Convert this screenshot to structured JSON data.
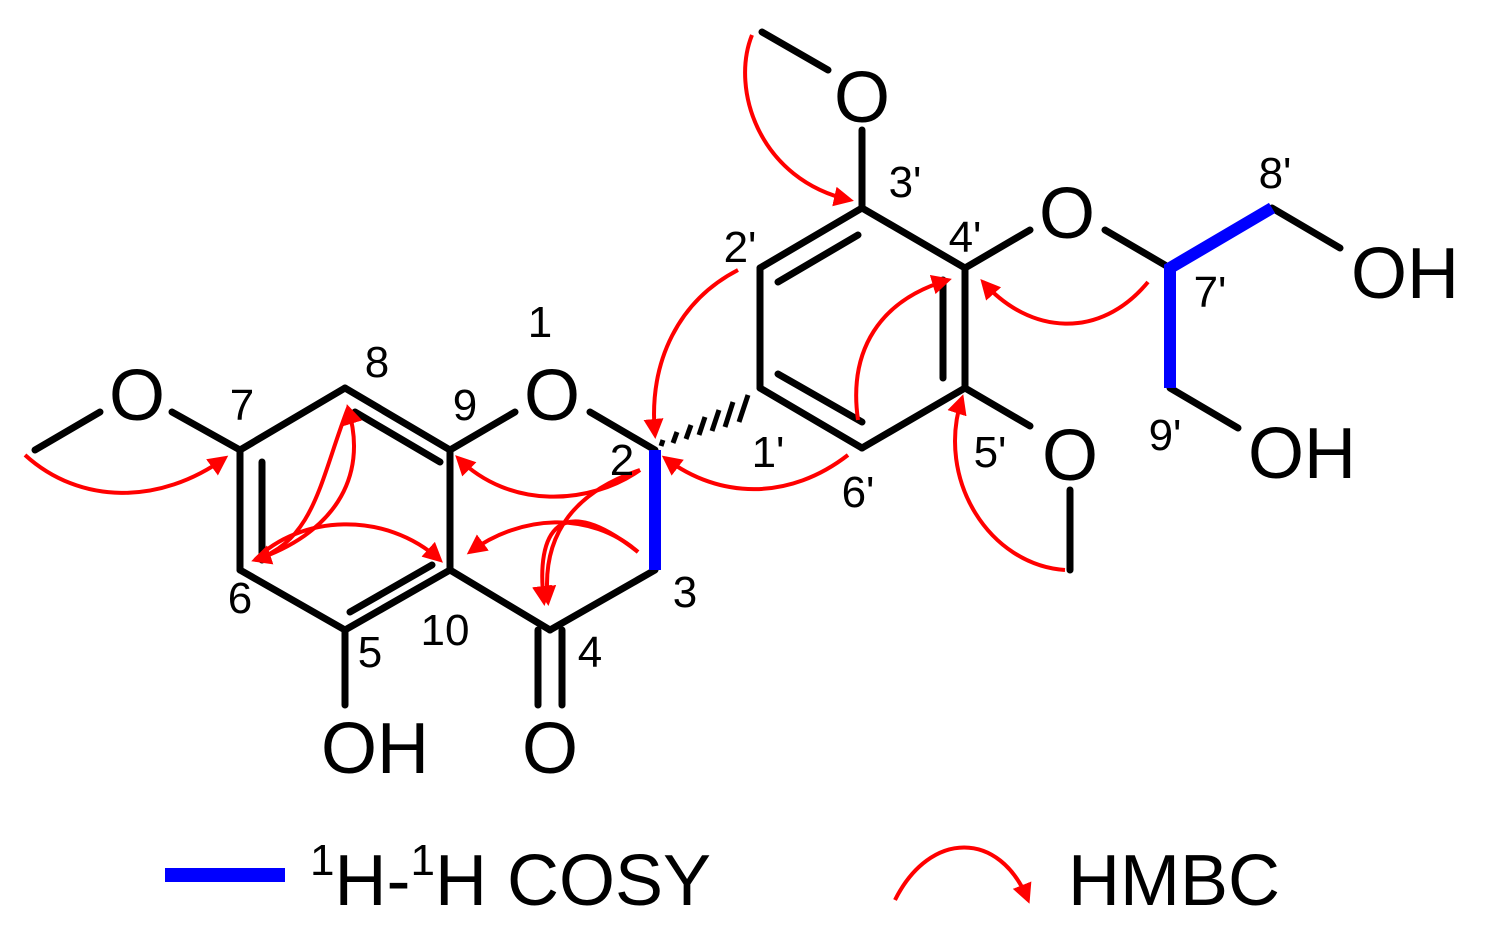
{
  "atoms": {
    "o_ring": "O",
    "o_methoxy7": "O",
    "oh5": "OH",
    "o_carbonyl": "O",
    "o_methoxy3p": "O",
    "o_ether4p": "O",
    "o_methoxy5p": "O",
    "oh8p": "OH",
    "oh9p": "OH"
  },
  "locants": {
    "n1": "1",
    "n2": "2",
    "n3": "3",
    "n4": "4",
    "n5": "5",
    "n6": "6",
    "n7": "7",
    "n8": "8",
    "n9": "9",
    "n10": "10",
    "n1p": "1'",
    "n2p": "2'",
    "n3p": "3'",
    "n4p": "4'",
    "n5p": "5'",
    "n6p": "6'",
    "n7p": "7'",
    "n8p": "8'",
    "n9p": "9'"
  },
  "legend": {
    "cosy_sup1": "1",
    "cosy_h1": "H-",
    "cosy_sup2": "1",
    "cosy_h2": "H COSY",
    "hmbc": "HMBC"
  },
  "colors": {
    "bond": "#000000",
    "cosy": "#0000ff",
    "hmbc": "#ff0000"
  }
}
